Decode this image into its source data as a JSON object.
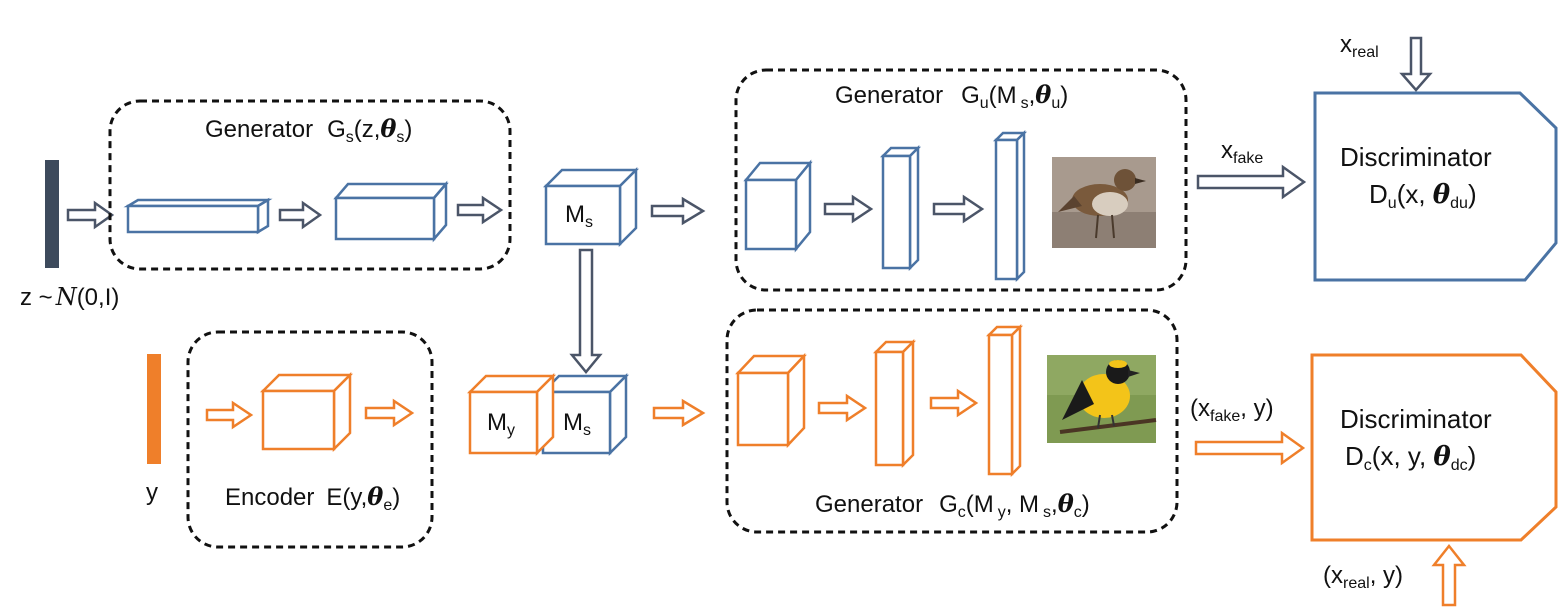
{
  "noise": {
    "label_prefix": "z ~",
    "dist": "N",
    "args": "(0,I)"
  },
  "condition": {
    "label": "y"
  },
  "gen_s": {
    "name": "Generator",
    "fn": "G",
    "sub": "s",
    "args_open": "(z,",
    "theta": "θ",
    "theta_sub": "s",
    "close": ")"
  },
  "gen_u": {
    "name": "Generator",
    "fn": "G",
    "sub": "u",
    "args_open": "(M",
    "m_sub": "s",
    "comma": ",",
    "theta": "θ",
    "theta_sub": "u",
    "close": ")"
  },
  "encoder": {
    "name": "Encoder",
    "fn": "E",
    "args_open": "(y,",
    "theta": "θ",
    "theta_sub": "e",
    "close": ")"
  },
  "gen_c": {
    "name": "Generator",
    "fn": "G",
    "sub": "c",
    "args_open": "(M",
    "my_sub": "y",
    "mid": ", M",
    "ms_sub": "s",
    "comma": ",",
    "theta": "θ",
    "theta_sub": "c",
    "close": ")"
  },
  "ms": {
    "main": "M",
    "sub": "s"
  },
  "my": {
    "main": "M",
    "sub": "y"
  },
  "x_real": {
    "main": "x",
    "sub": "real"
  },
  "x_fake": {
    "main": "x",
    "sub": "fake"
  },
  "pair_fake": {
    "open": "(x",
    "sub": "fake",
    "close": ", y)"
  },
  "pair_real": {
    "open": "(x",
    "sub": "real",
    "close": ", y)"
  },
  "disc_u": {
    "title": "Discriminator",
    "fn": "D",
    "sub": "u",
    "args_open": "(x, ",
    "theta": "θ",
    "theta_sub": "du",
    "close": ")"
  },
  "disc_c": {
    "title": "Discriminator",
    "fn": "D",
    "sub": "c",
    "args_open": "(x, y, ",
    "theta": "θ",
    "theta_sub": "dc",
    "close": ")"
  },
  "images": {
    "top": "sparrow-photo",
    "bottom": "yellow-black-bird-photo"
  },
  "colors": {
    "unconditional": "#4a73a4",
    "conditional": "#ef7f2a",
    "noise_bar": "#3d4a5c",
    "arrow_dark": "#4b5568"
  }
}
